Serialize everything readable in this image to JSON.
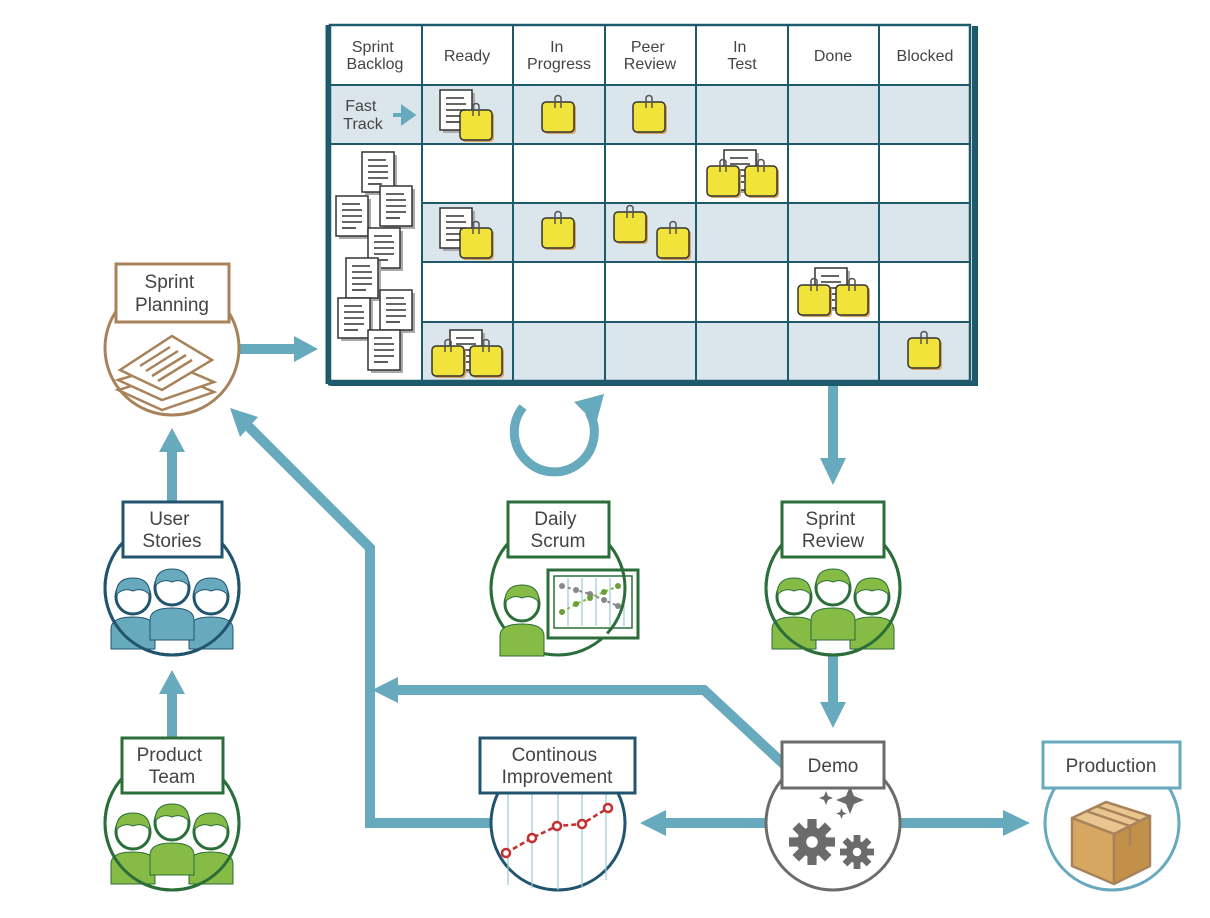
{
  "board": {
    "columns": [
      [
        "Sprint",
        "Backlog"
      ],
      [
        "Ready"
      ],
      [
        "In",
        "Progress"
      ],
      [
        "Peer",
        "Review"
      ],
      [
        "In",
        "Test"
      ],
      [
        "Done"
      ],
      [
        "Blocked"
      ]
    ],
    "fast_track": [
      "Fast",
      "Track"
    ]
  },
  "nodes": {
    "sprint_planning": [
      "Sprint",
      "Planning"
    ],
    "user_stories": [
      "User",
      "Stories"
    ],
    "product_team": [
      "Product",
      "Team"
    ],
    "daily_scrum": [
      "Daily",
      "Scrum"
    ],
    "sprint_review": [
      "Sprint",
      "Review"
    ],
    "demo": [
      "Demo"
    ],
    "continuous_improvement": [
      "Continous",
      "Improvement"
    ],
    "production": [
      "Production"
    ]
  },
  "colors": {
    "arrow": "#67a9bd",
    "board_border": "#1d5a6c",
    "brown": "#a8825a",
    "navy": "#21556f",
    "green": "#2b6e3a",
    "light_green": "#86bb45",
    "gray": "#6b6b6b",
    "light_blue": "#67a9bd",
    "sticky": "#f2e33a",
    "red": "#c62f2f"
  },
  "icons": {
    "sprint_planning": "documents-stack-icon",
    "user_stories": "people-group-icon",
    "product_team": "people-group-icon",
    "daily_scrum": "person-with-chart-icon",
    "sprint_review": "people-group-icon",
    "demo": "gears-icon",
    "continuous_improvement": "line-chart-icon",
    "production": "package-box-icon",
    "cycle": "refresh-cycle-icon"
  }
}
